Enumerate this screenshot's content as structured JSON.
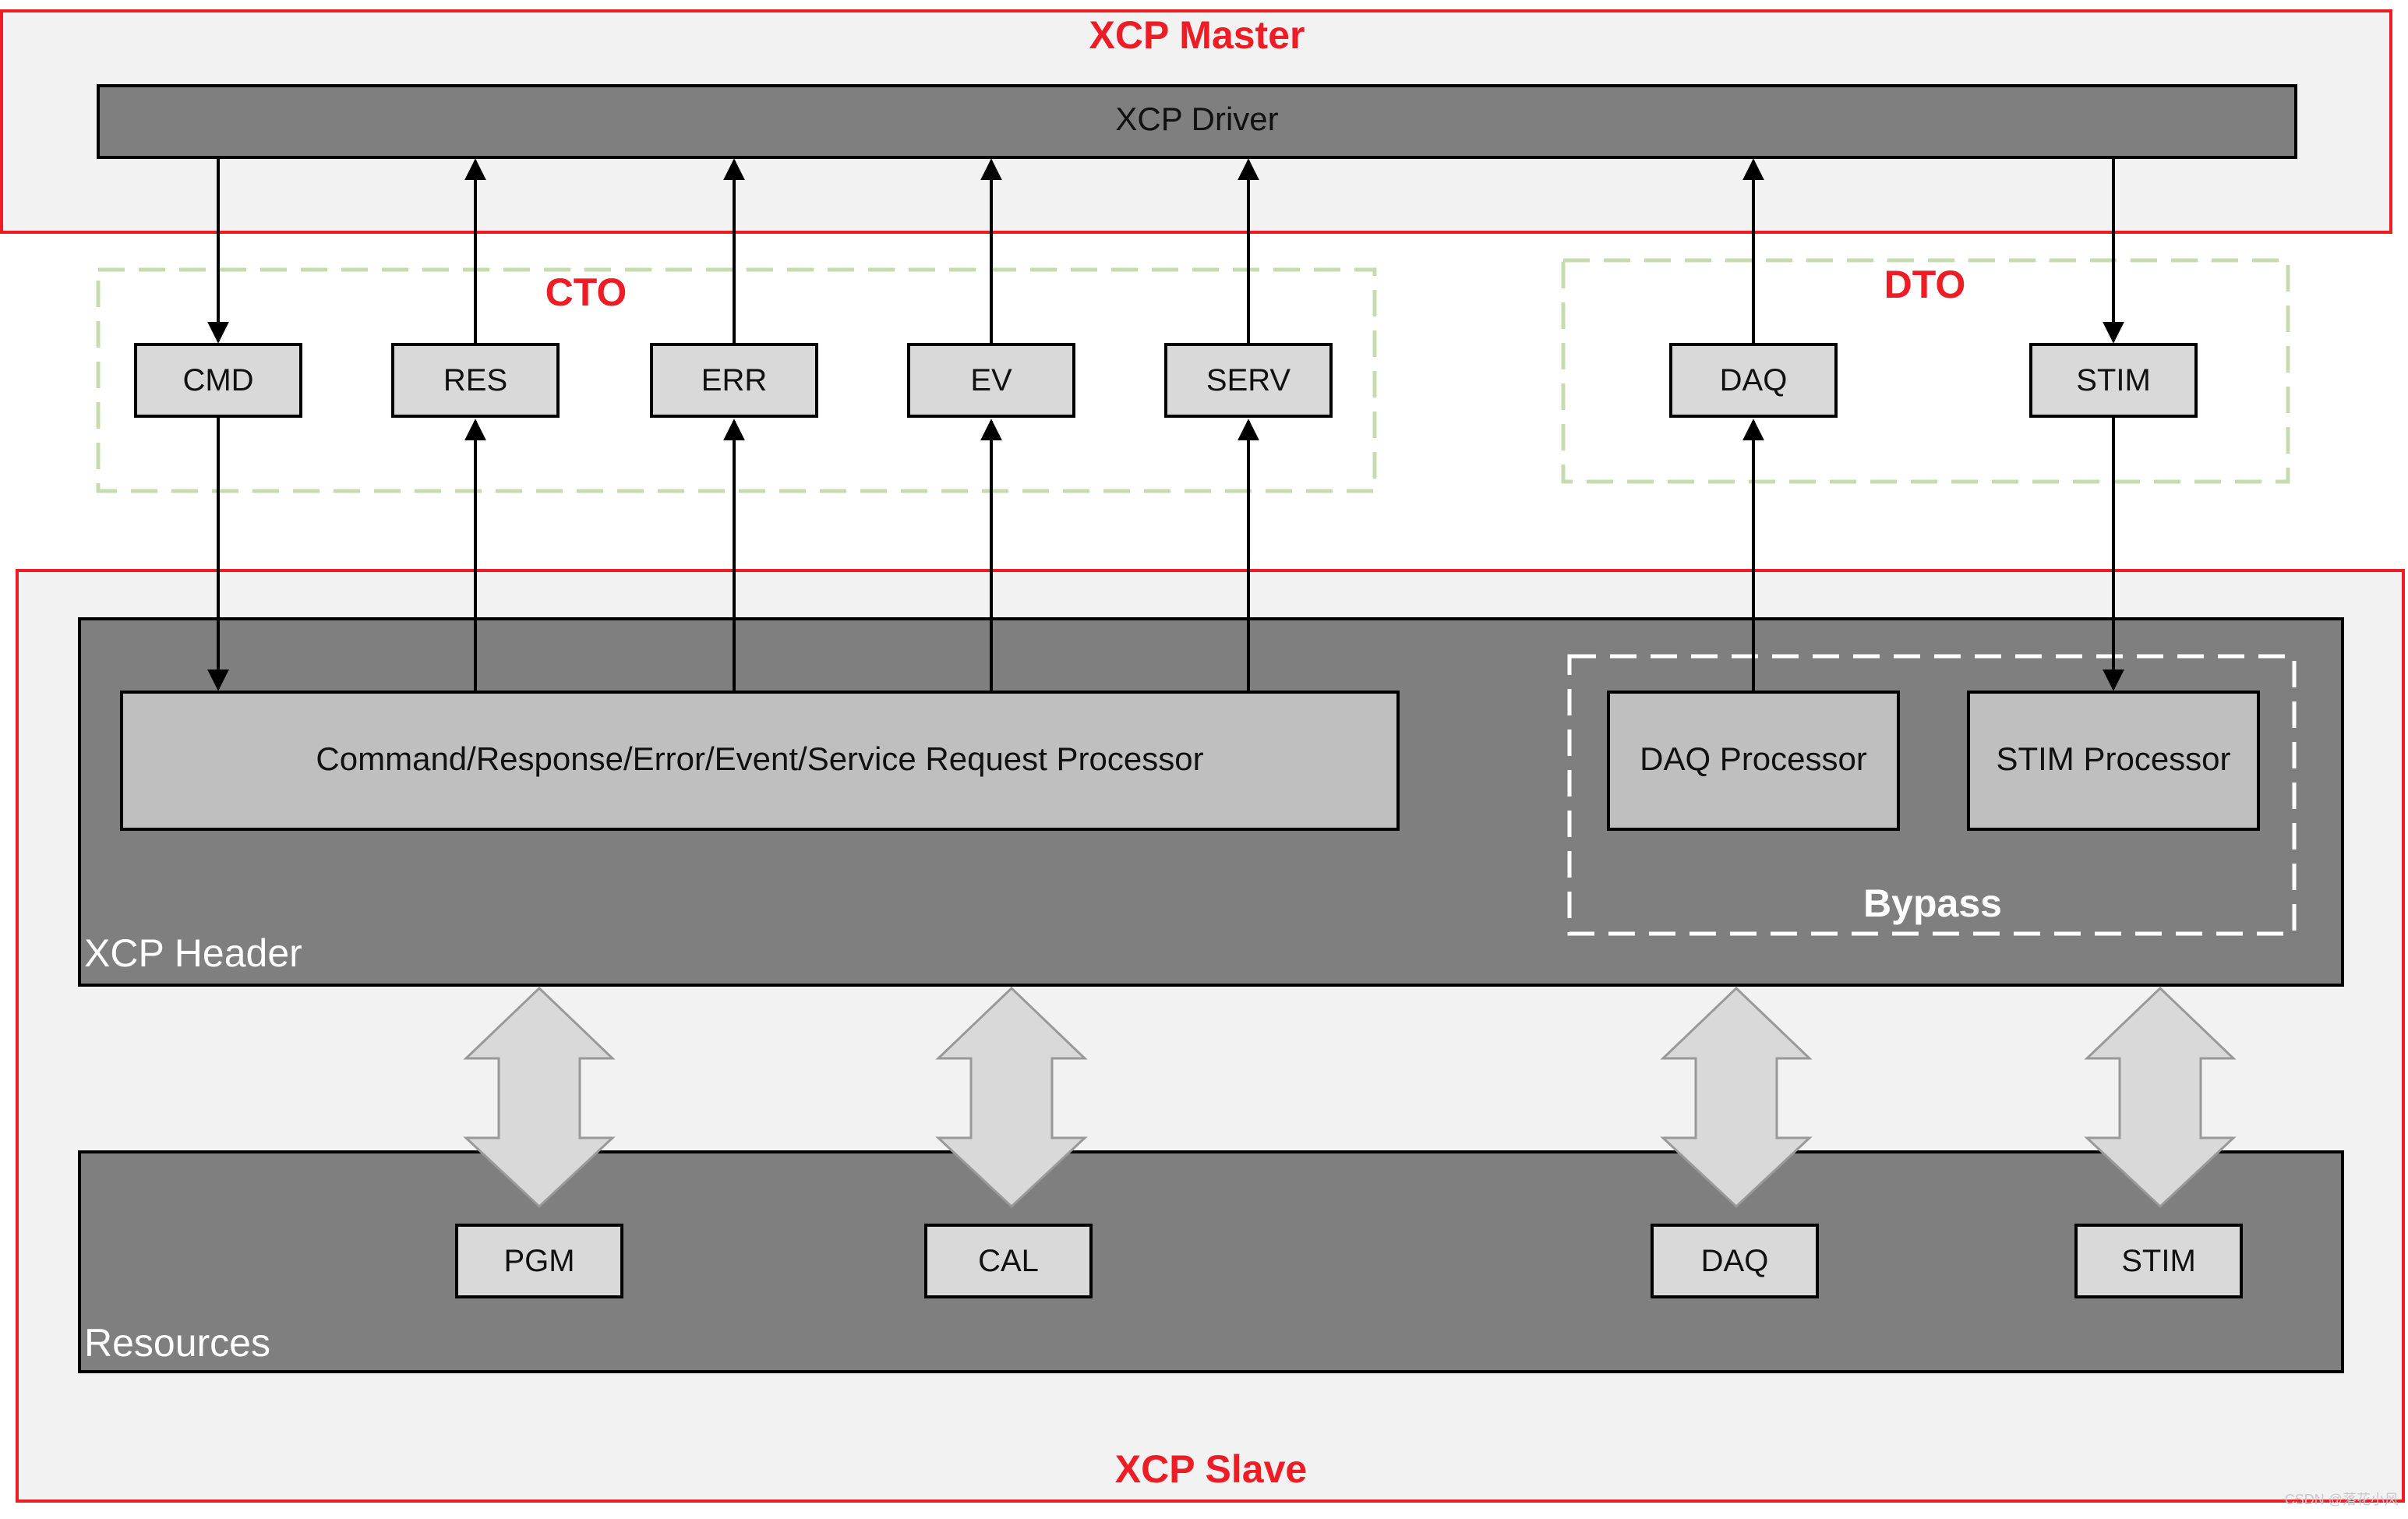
{
  "master": {
    "title": "XCP Master",
    "driver": "XCP Driver"
  },
  "cto": {
    "title": "CTO",
    "packets": [
      "CMD",
      "RES",
      "ERR",
      "EV",
      "SERV"
    ]
  },
  "dto": {
    "title": "DTO",
    "packets": [
      "DAQ",
      "STIM"
    ]
  },
  "slave": {
    "title": "XCP Slave",
    "header_label": "XCP Header",
    "processor": "Command/Response/Error/Event/Service Request Processor",
    "daq_processor": "DAQ Processor",
    "stim_processor": "STIM Processor",
    "bypass": "Bypass",
    "resources_label": "Resources",
    "resources": [
      "PGM",
      "CAL",
      "DAQ",
      "STIM"
    ]
  },
  "watermark": "CSDN @落花小风",
  "colors": {
    "accent_red": "#ee1c25",
    "dark_gray": "#7f7f7f",
    "light_gray": "#d9d9d9",
    "mid_gray": "#bfbfbf",
    "panel_bg": "#f2f2f2",
    "dash_green": "#c6dcae"
  }
}
